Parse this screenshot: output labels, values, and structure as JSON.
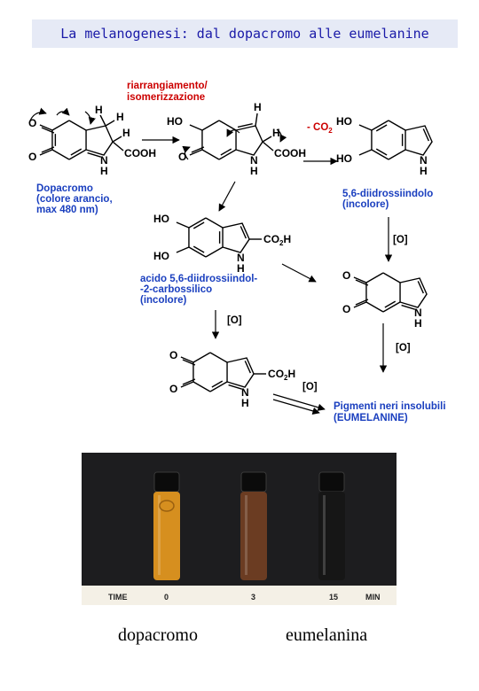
{
  "title": "La melanogenesi: dal dopacromo alle eumelanine",
  "scheme": {
    "rearrangement_label": [
      "riarrangiamento/",
      "isomerizzazione"
    ],
    "co2_label": "- CO",
    "co2_sub": "2",
    "dopachrome_name": [
      "Dopacromo",
      "(colore arancio,",
      "max 480 nm)"
    ],
    "dhi_name": [
      "5,6-diidrossiindolo",
      "(incolore)"
    ],
    "dhica_name": [
      "acido 5,6-diidrossiindol-",
      "-2-carbossilico",
      "(incolore)"
    ],
    "pigment_name": [
      "Pigmenti neri insolubili",
      "(EUMELANINE)"
    ],
    "oxidation": "[O]",
    "atoms": {
      "O": "O",
      "H": "H",
      "N": "N",
      "HO": "HO",
      "COOH": "COOH",
      "CO2H": "CO",
      "CO2H_sub": "2",
      "CO2H_tail": "H"
    }
  },
  "photo": {
    "time_label": "TIME",
    "time_values": [
      "0",
      "3",
      "15"
    ],
    "unit": "MIN",
    "vial_colors": [
      "#d68f1f",
      "#6b3c22",
      "#161616"
    ]
  },
  "captions": {
    "left": "dopacromo",
    "right": "eumelanina"
  },
  "colors": {
    "title_text": "#1a1aa8",
    "title_bg": "#e6eaf6",
    "label_red": "#cc0000",
    "label_blue": "#1a3fbf",
    "bond": "#000000"
  }
}
